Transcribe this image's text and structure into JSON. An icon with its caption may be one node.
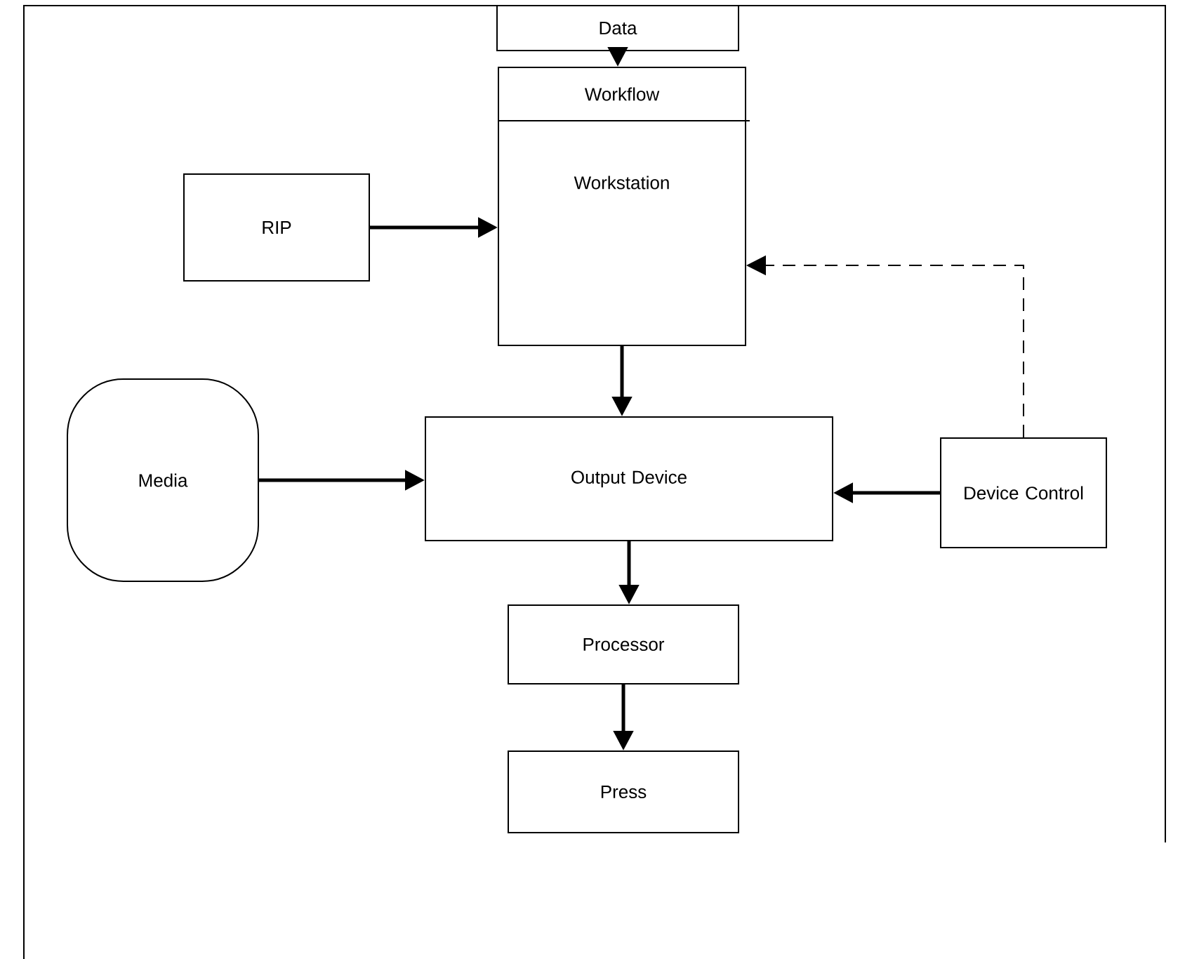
{
  "diagram": {
    "nodes": [
      {
        "text": [
          "Data"
        ]
      },
      {
        "text": [
          "Workflow",
          "Workstation"
        ]
      },
      {
        "text": [
          "RIP"
        ]
      },
      {
        "text": [
          "Media"
        ]
      },
      {
        "text": [
          "Output Device"
        ]
      },
      {
        "text": [
          "Device Control"
        ]
      },
      {
        "text": [
          "Processor"
        ]
      },
      {
        "text": [
          "Press"
        ]
      }
    ],
    "edges": [
      {
        "from": 0,
        "to": 1,
        "arrow": "to"
      },
      {
        "from": 2,
        "to": 1,
        "arrow": "to"
      },
      {
        "from": 1,
        "to": 4,
        "arrow": "to"
      },
      {
        "from": 3,
        "to": 4,
        "arrow": "to"
      },
      {
        "from": 5,
        "to": 4,
        "arrow": "to"
      },
      {
        "from": 5,
        "to": 1,
        "arrow": "to",
        "style": "dashed"
      },
      {
        "from": 4,
        "to": 6,
        "arrow": "to"
      },
      {
        "from": 6,
        "to": 7,
        "arrow": "to"
      }
    ]
  }
}
